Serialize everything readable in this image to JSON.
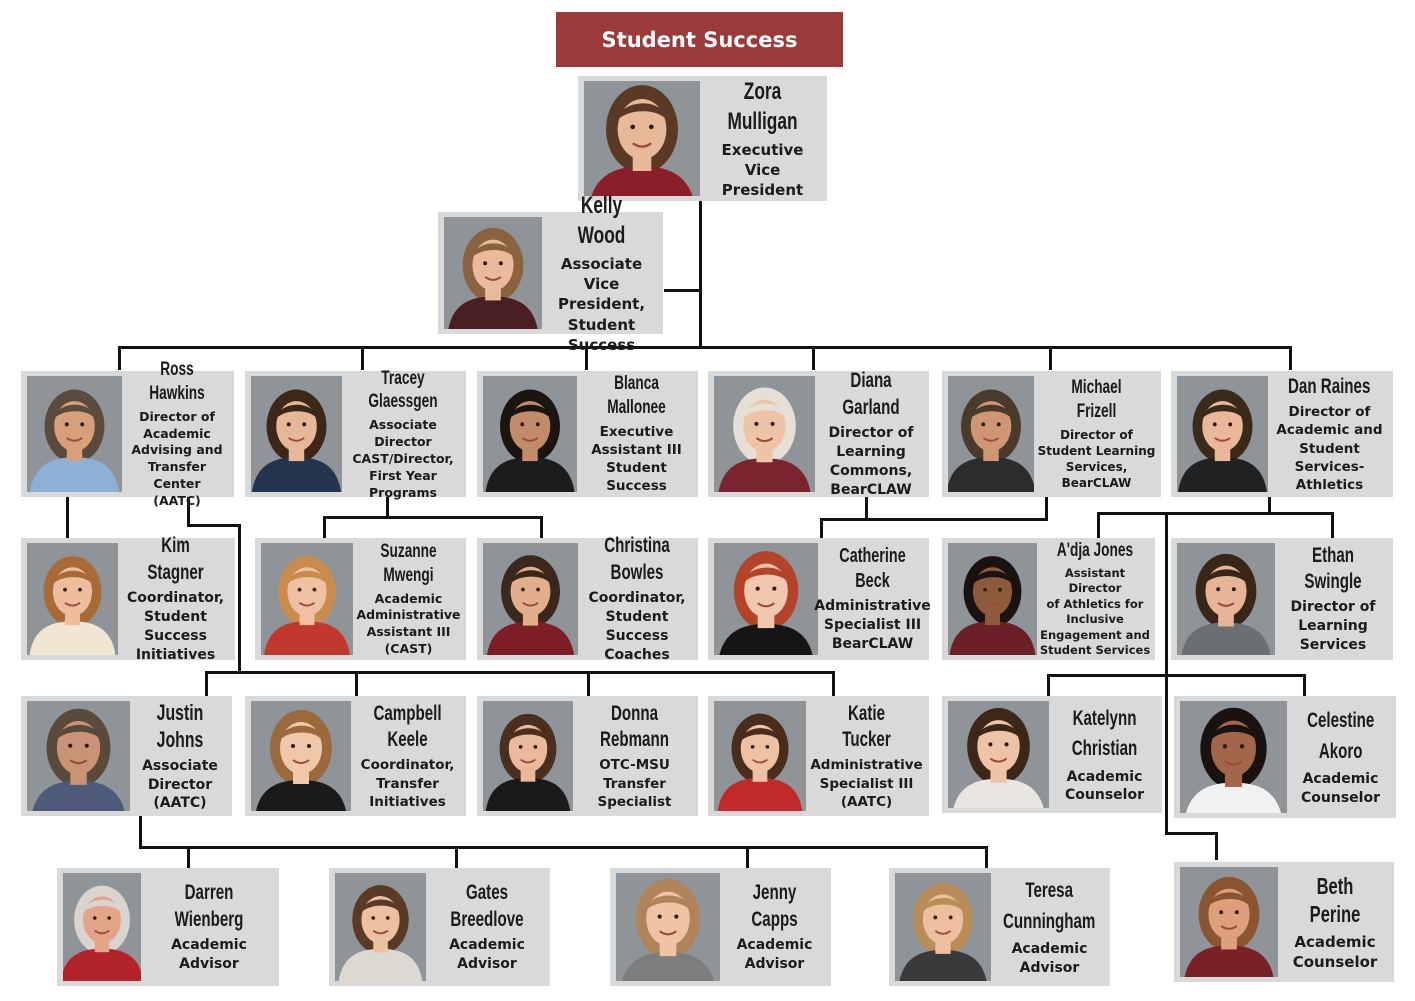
{
  "header": {
    "title": "Student Success"
  },
  "colors": {
    "header": "#9b3a3a",
    "card": "#d9d9d9",
    "lines": "#111111"
  },
  "people": [
    {
      "name": "Zora Mulligan",
      "title": "Executive\nVice President",
      "skin": "#e8b999",
      "hair": "#5a3a24",
      "shirt": "#8b1e2b"
    },
    {
      "name": "Kelly Wood",
      "title": "Associate Vice\nPresident,\nStudent\nSuccess",
      "skin": "#e9bb9c",
      "hair": "#8a6240",
      "shirt": "#4a1f22"
    },
    {
      "name": "Ross Hawkins",
      "title": "Director of\nAcademic\nAdvising and\nTransfer Center\n(AATC)",
      "skin": "#d7a079",
      "hair": "#5b4a3e",
      "shirt": "#8db1d6"
    },
    {
      "name": "Tracey Glaessgen",
      "title": "Associate\nDirector\nCAST/Director,\nFirst Year\nPrograms",
      "skin": "#e6b798",
      "hair": "#3c2718",
      "shirt": "#24344f"
    },
    {
      "name": "Blanca Mallonee",
      "title": "Executive\nAssistant III\nStudent\nSuccess",
      "skin": "#c28c6a",
      "hair": "#1c1410",
      "shirt": "#1c1c1c"
    },
    {
      "name": "Diana Garland",
      "title": "Director of\nLearning\nCommons,\nBearCLAW",
      "skin": "#efc3a6",
      "hair": "#e6dfd5",
      "shirt": "#7a2430"
    },
    {
      "name": "Michael Frizell",
      "title": "Director of\nStudent Learning\nServices,\nBearCLAW",
      "skin": "#cf9674",
      "hair": "#4a3a2c",
      "shirt": "#2c2c2c"
    },
    {
      "name": "Dan Raines",
      "title": "Director of\nAcademic and\nStudent Services-\nAthletics",
      "skin": "#eab79a",
      "hair": "#3a2a1c",
      "shirt": "#222222"
    },
    {
      "name": "Kim Stagner",
      "title": "Coordinator,\nStudent\nSuccess\nInitiatives",
      "skin": "#edbd9e",
      "hair": "#a86b35",
      "shirt": "#f1e6d4"
    },
    {
      "name": "Suzanne Mwengi",
      "title": "Academic\nAdministrative\nAssistant III\n(CAST)",
      "skin": "#efc1a2",
      "hair": "#c98c4d",
      "shirt": "#c2382f"
    },
    {
      "name": "Christina Bowles",
      "title": "Coordinator,\nStudent\nSuccess\nCoaches",
      "skin": "#e2ae8e",
      "hair": "#3a281c",
      "shirt": "#7f1d26"
    },
    {
      "name": "Catherine Beck",
      "title": "Administrative\nSpecialist III\nBearCLAW",
      "skin": "#f1c7ad",
      "hair": "#b3442a",
      "shirt": "#151515"
    },
    {
      "name": "A'dja Jones",
      "title": "Assistant Director\nof Athletics for\nInclusive\nEngagement  and\nStudent Services",
      "skin": "#8e5a3c",
      "hair": "#1a1210",
      "shirt": "#6b1f26"
    },
    {
      "name": "Ethan Swingle",
      "title": "Director of\nLearning\nServices",
      "skin": "#e6b496",
      "hair": "#3a2618",
      "shirt": "#6b6e72"
    },
    {
      "name": "Justin Johns",
      "title": "Associate\nDirector\n(AATC)",
      "skin": "#c99473",
      "hair": "#5a4a3c",
      "shirt": "#4d5a7a"
    },
    {
      "name": "Campbell Keele",
      "title": "Coordinator,\nTransfer\nInitiatives",
      "skin": "#f0c7a9",
      "hair": "#9b6a3c",
      "shirt": "#1a1a1a"
    },
    {
      "name": "Donna Rebmann",
      "title": "OTC-MSU\nTransfer\nSpecialist",
      "skin": "#eab99b",
      "hair": "#4a2f1e",
      "shirt": "#1a1a1a"
    },
    {
      "name": "Katie Tucker",
      "title": "Administrative\nSpecialist III\n(AATC)",
      "skin": "#efc1a3",
      "hair": "#4a2c1c",
      "shirt": "#c22a2a"
    },
    {
      "name": "Katelynn\nChristian",
      "title": "Academic\nCounselor",
      "skin": "#efc3a6",
      "hair": "#3c2719",
      "shirt": "#e9e6e2"
    },
    {
      "name": "Celestine\nAkoro",
      "title": "Academic\nCounselor",
      "skin": "#a2674a",
      "hair": "#1a1210",
      "shirt": "#f1f1f1"
    },
    {
      "name": "Darren Wienberg",
      "title": "Academic\nAdvisor",
      "skin": "#e3a488",
      "hair": "#d9d4cf",
      "shirt": "#b3232b"
    },
    {
      "name": "Gates Breedlove",
      "title": "Academic\nAdvisor",
      "skin": "#eec0a2",
      "hair": "#5a3a26",
      "shirt": "#ded8d2"
    },
    {
      "name": "Jenny Capps",
      "title": "Academic\nAdvisor",
      "skin": "#efc3a4",
      "hair": "#b08358",
      "shirt": "#7d7d7d"
    },
    {
      "name": "Teresa\nCunningham",
      "title": "Academic\nAdvisor",
      "skin": "#eebf9e",
      "hair": "#b98c58",
      "shirt": "#3a3a3a"
    },
    {
      "name": "Beth Perine",
      "title": "Academic\nCounselor",
      "skin": "#df9f7c",
      "hair": "#8a5530",
      "shirt": "#7a2027"
    }
  ]
}
